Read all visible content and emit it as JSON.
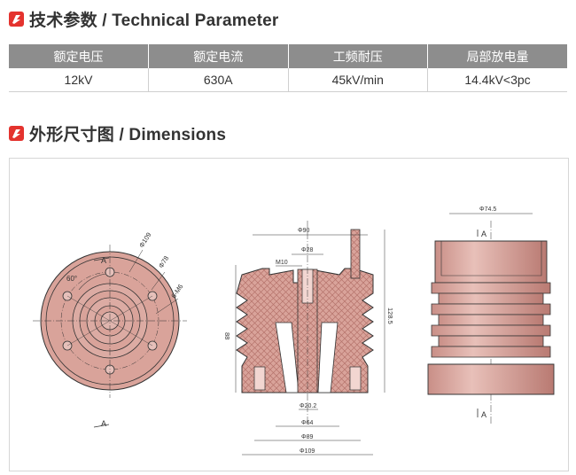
{
  "section1": {
    "title": "技术参数 / Technical Parameter"
  },
  "params": {
    "headers": [
      "额定电压",
      "额定电流",
      "工频耐压",
      "局部放电量"
    ],
    "values": [
      "12kV",
      "630A",
      "45kV/min",
      "14.4kV<3pc"
    ]
  },
  "section2": {
    "title": "外形尺寸图 / Dimensions"
  },
  "drawing": {
    "top_view": {
      "section_mark": "A",
      "angle": "60°",
      "dia_outer": "Φ109",
      "dia_bolt": "Φ78",
      "bolts": "6-M6"
    },
    "section_view": {
      "d90": "Φ90",
      "d28": "Φ28",
      "m10": "M10",
      "h88": "88",
      "h128": "128.5",
      "d20": "Φ20.2",
      "d64": "Φ64",
      "d89": "Φ89",
      "d109": "Φ109"
    },
    "side_view": {
      "d74": "Φ74.5",
      "section_mark": "A"
    }
  }
}
